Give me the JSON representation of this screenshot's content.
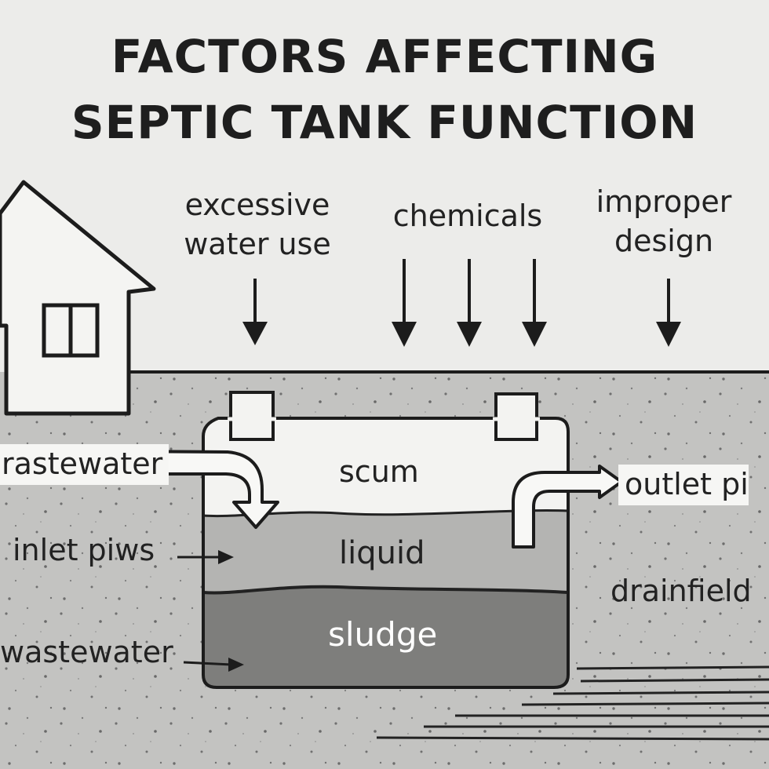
{
  "title": {
    "line1": "FACTORS AFFECTING",
    "line2": "SEPTIC TANK FUNCTION"
  },
  "factors": {
    "water_use": {
      "line1": "excessive",
      "line2": "water use"
    },
    "chemicals": "chemicals",
    "design": {
      "line1": "improper",
      "line2": "design"
    }
  },
  "tank_layers": {
    "scum": "scum",
    "liquid": "liquid",
    "sludge": "sludge"
  },
  "side_labels": {
    "wastewater_top": "rastewater",
    "inlet": "inlet piws",
    "wastewater_bottom": "wastewater",
    "outlet": "outlet pi",
    "drainfield": "drainfield"
  },
  "colors": {
    "background": "#ececea",
    "ground": "#c3c3c1",
    "scum_layer": "#f3f3f1",
    "liquid_layer": "#b4b4b2",
    "sludge_layer": "#7e7e7c",
    "ink": "#1c1c1c"
  },
  "icons": [
    "house-icon",
    "down-arrow-icon",
    "right-arrow-icon",
    "inlet-pipe-icon",
    "outlet-pipe-icon"
  ]
}
